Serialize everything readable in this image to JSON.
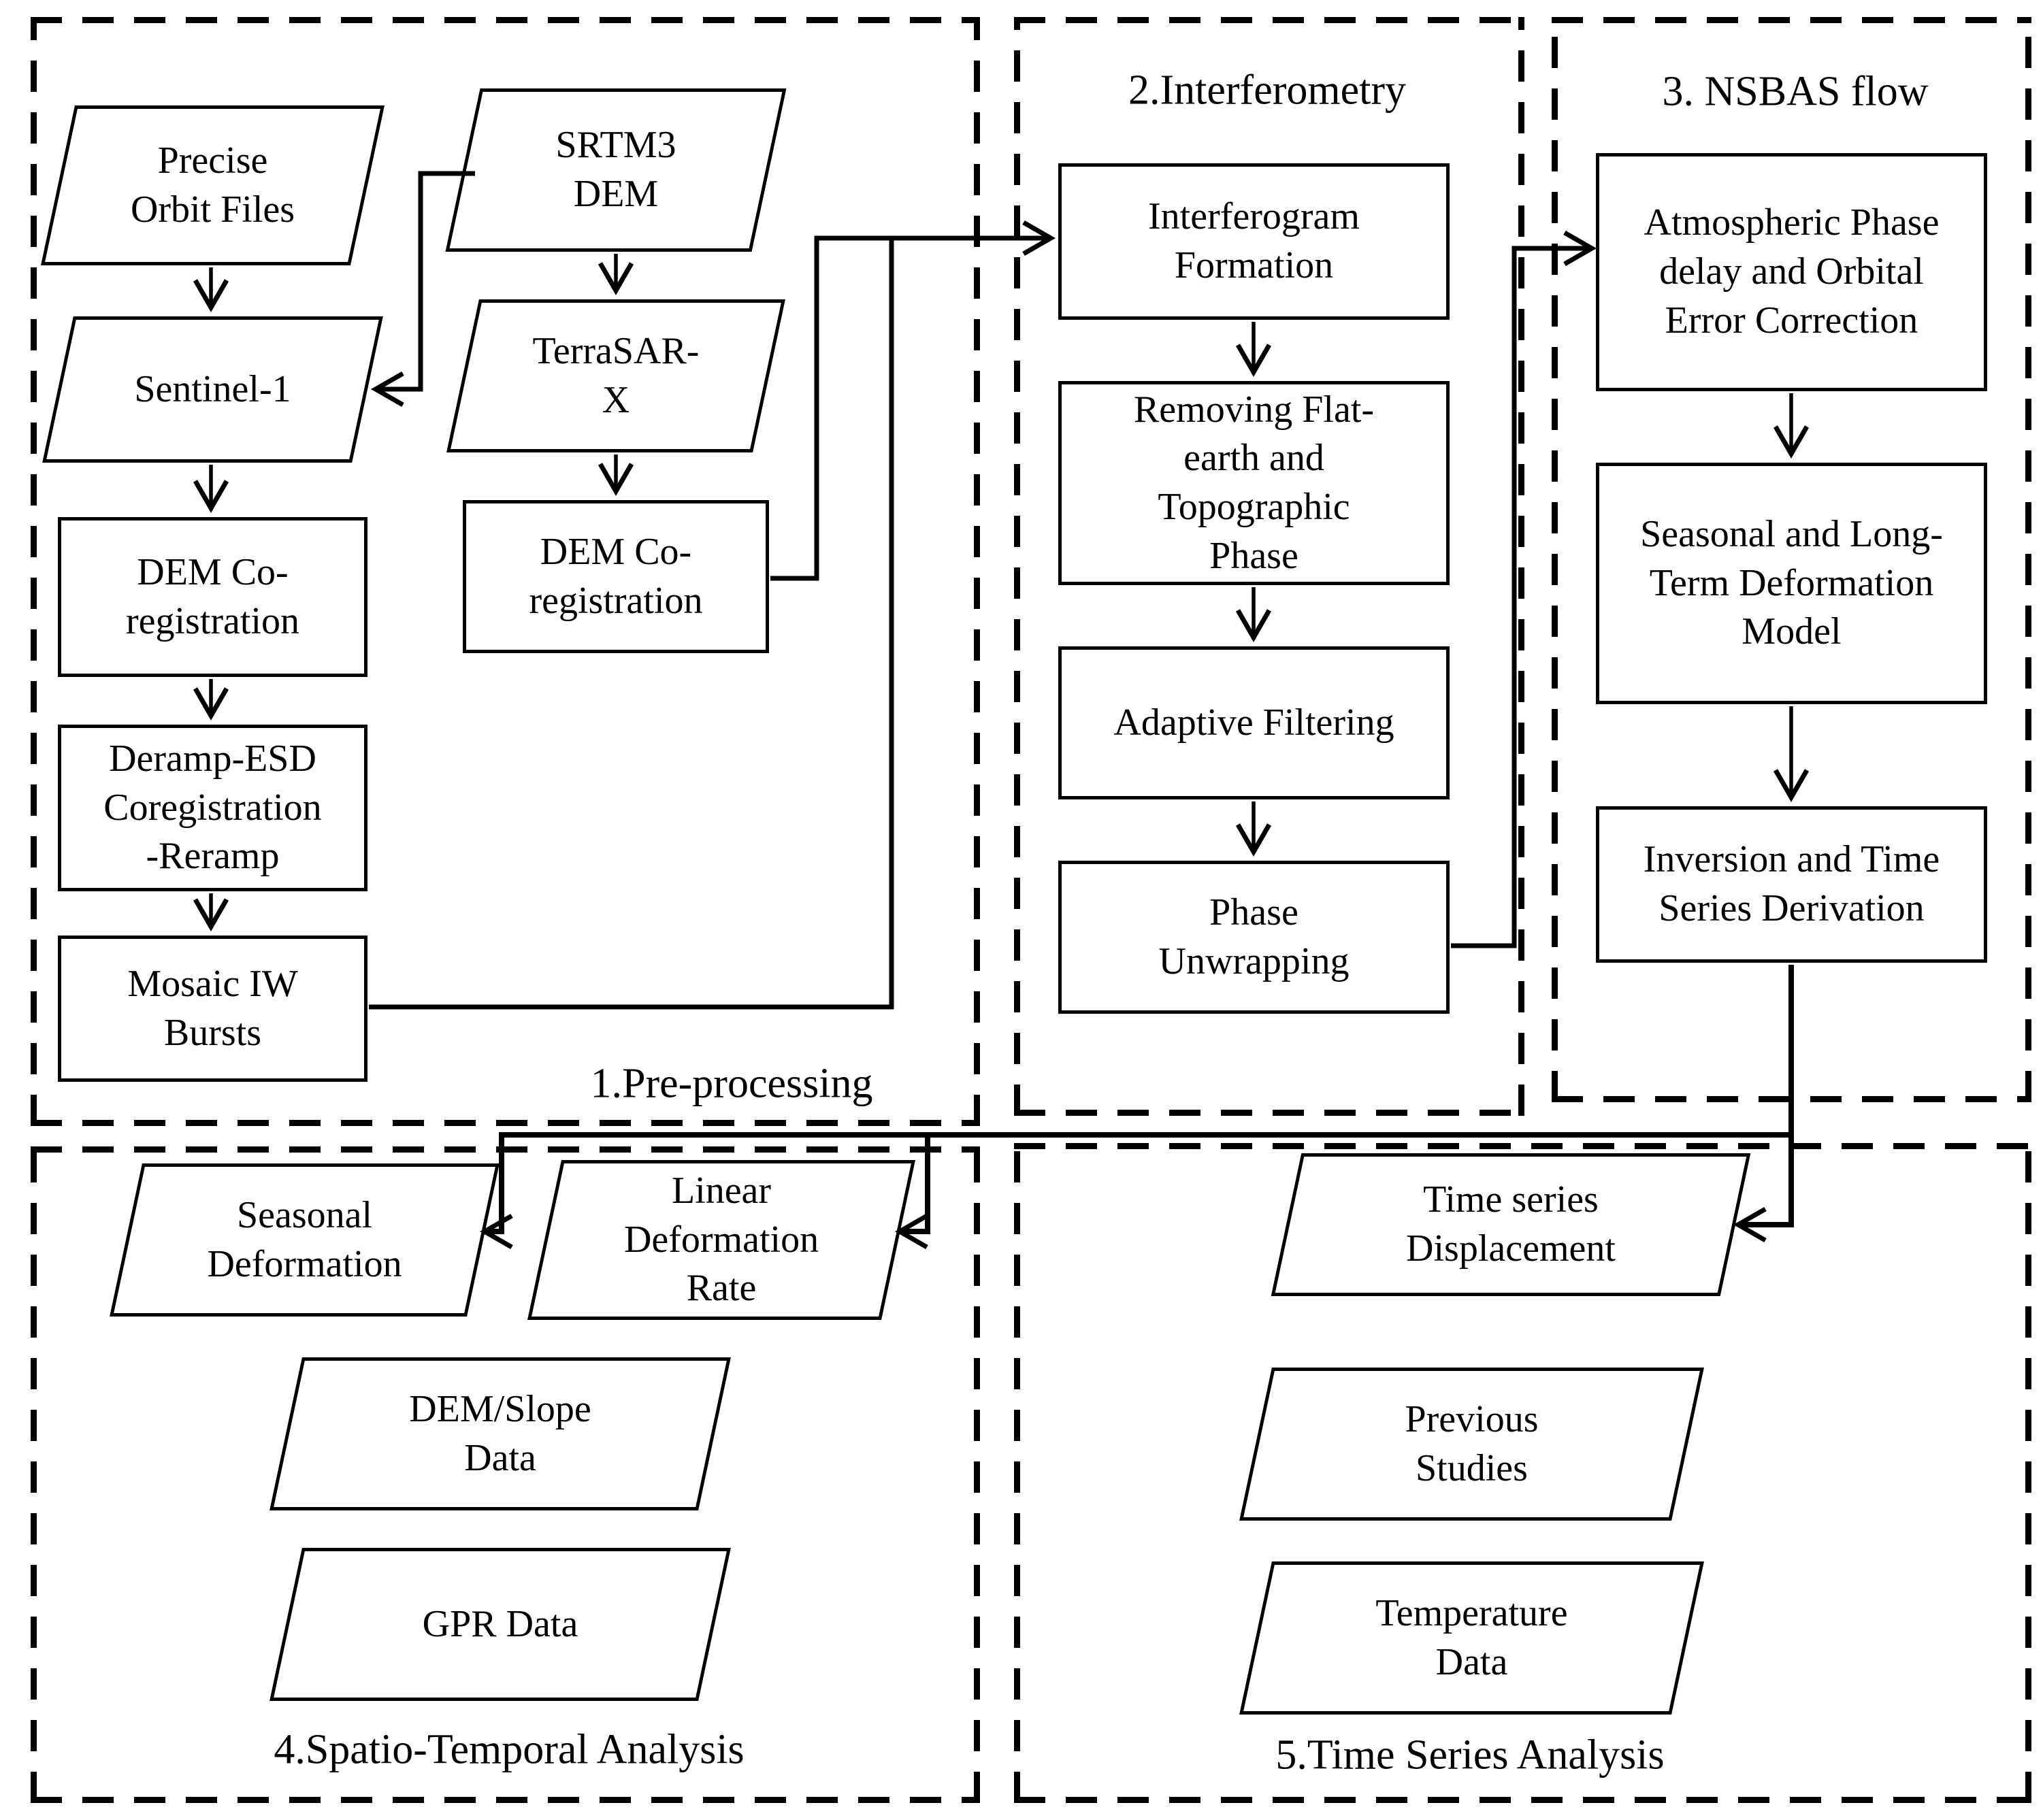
{
  "diagram": {
    "type": "flowchart",
    "title": "InSAR processing workflow",
    "colors": {
      "stroke": "#000000",
      "background": "#ffffff"
    },
    "sections": [
      {
        "id": "1",
        "label": "1.Pre-processing"
      },
      {
        "id": "2",
        "label": "2.Interferometry"
      },
      {
        "id": "3",
        "label": "3. NSBAS flow"
      },
      {
        "id": "4",
        "label": "4.Spatio-Temporal Analysis"
      },
      {
        "id": "5",
        "label": "5.Time Series Analysis"
      }
    ],
    "nodes": {
      "precise_orbit": {
        "shape": "parallelogram",
        "label": "Precise\nOrbit Files"
      },
      "srtm3_dem": {
        "shape": "parallelogram",
        "label": "SRTM3\nDEM"
      },
      "sentinel1": {
        "shape": "parallelogram",
        "label": "Sentinel-1"
      },
      "terrasar_x": {
        "shape": "parallelogram",
        "label": "TerraSAR-\nX"
      },
      "dem_coreg_1": {
        "shape": "rectangle",
        "label": "DEM Co-\nregistration"
      },
      "dem_coreg_2": {
        "shape": "rectangle",
        "label": "DEM Co-\nregistration"
      },
      "deramp_esd": {
        "shape": "rectangle",
        "label": "Deramp-ESD\nCoregistration\n-Reramp"
      },
      "mosaic_iw": {
        "shape": "rectangle",
        "label": "Mosaic IW\nBursts"
      },
      "interferogram_formation": {
        "shape": "rectangle",
        "label": "Interferogram\nFormation"
      },
      "removing_flat_earth": {
        "shape": "rectangle",
        "label": "Removing Flat-\nearth and\nTopographic\nPhase"
      },
      "adaptive_filtering": {
        "shape": "rectangle",
        "label": "Adaptive Filtering"
      },
      "phase_unwrapping": {
        "shape": "rectangle",
        "label": "Phase\nUnwrapping"
      },
      "atmospheric_correction": {
        "shape": "rectangle",
        "label": "Atmospheric Phase\ndelay and Orbital\nError Correction"
      },
      "seasonal_longterm_model": {
        "shape": "rectangle",
        "label": "Seasonal and Long-\nTerm Deformation\nModel"
      },
      "inversion_timeseries": {
        "shape": "rectangle",
        "label": "Inversion and Time\nSeries Derivation"
      },
      "seasonal_deformation": {
        "shape": "parallelogram",
        "label": "Seasonal\nDeformation"
      },
      "linear_deformation_rate": {
        "shape": "parallelogram",
        "label": "Linear\nDeformation\nRate"
      },
      "dem_slope_data": {
        "shape": "parallelogram",
        "label": "DEM/Slope\nData"
      },
      "gpr_data": {
        "shape": "parallelogram",
        "label": "GPR Data"
      },
      "time_series_displacement": {
        "shape": "parallelogram",
        "label": "Time series\nDisplacement"
      },
      "previous_studies": {
        "shape": "parallelogram",
        "label": "Previous\nStudies"
      },
      "temperature_data": {
        "shape": "parallelogram",
        "label": "Temperature\nData"
      }
    },
    "edges": [
      {
        "from": "precise_orbit",
        "to": "sentinel1"
      },
      {
        "from": "srtm3_dem",
        "to": "terrasar_x"
      },
      {
        "from": "srtm3_dem",
        "to": "sentinel1"
      },
      {
        "from": "sentinel1",
        "to": "dem_coreg_1"
      },
      {
        "from": "dem_coreg_1",
        "to": "deramp_esd"
      },
      {
        "from": "deramp_esd",
        "to": "mosaic_iw"
      },
      {
        "from": "terrasar_x",
        "to": "dem_coreg_2"
      },
      {
        "from": "dem_coreg_2",
        "to": "interferogram_formation"
      },
      {
        "from": "mosaic_iw",
        "to": "interferogram_formation"
      },
      {
        "from": "interferogram_formation",
        "to": "removing_flat_earth"
      },
      {
        "from": "removing_flat_earth",
        "to": "adaptive_filtering"
      },
      {
        "from": "adaptive_filtering",
        "to": "phase_unwrapping"
      },
      {
        "from": "phase_unwrapping",
        "to": "atmospheric_correction"
      },
      {
        "from": "atmospheric_correction",
        "to": "seasonal_longterm_model"
      },
      {
        "from": "seasonal_longterm_model",
        "to": "inversion_timeseries"
      },
      {
        "from": "inversion_timeseries",
        "to": "time_series_displacement"
      },
      {
        "from": "inversion_timeseries",
        "to": "seasonal_deformation"
      },
      {
        "from": "inversion_timeseries",
        "to": "linear_deformation_rate"
      }
    ]
  }
}
